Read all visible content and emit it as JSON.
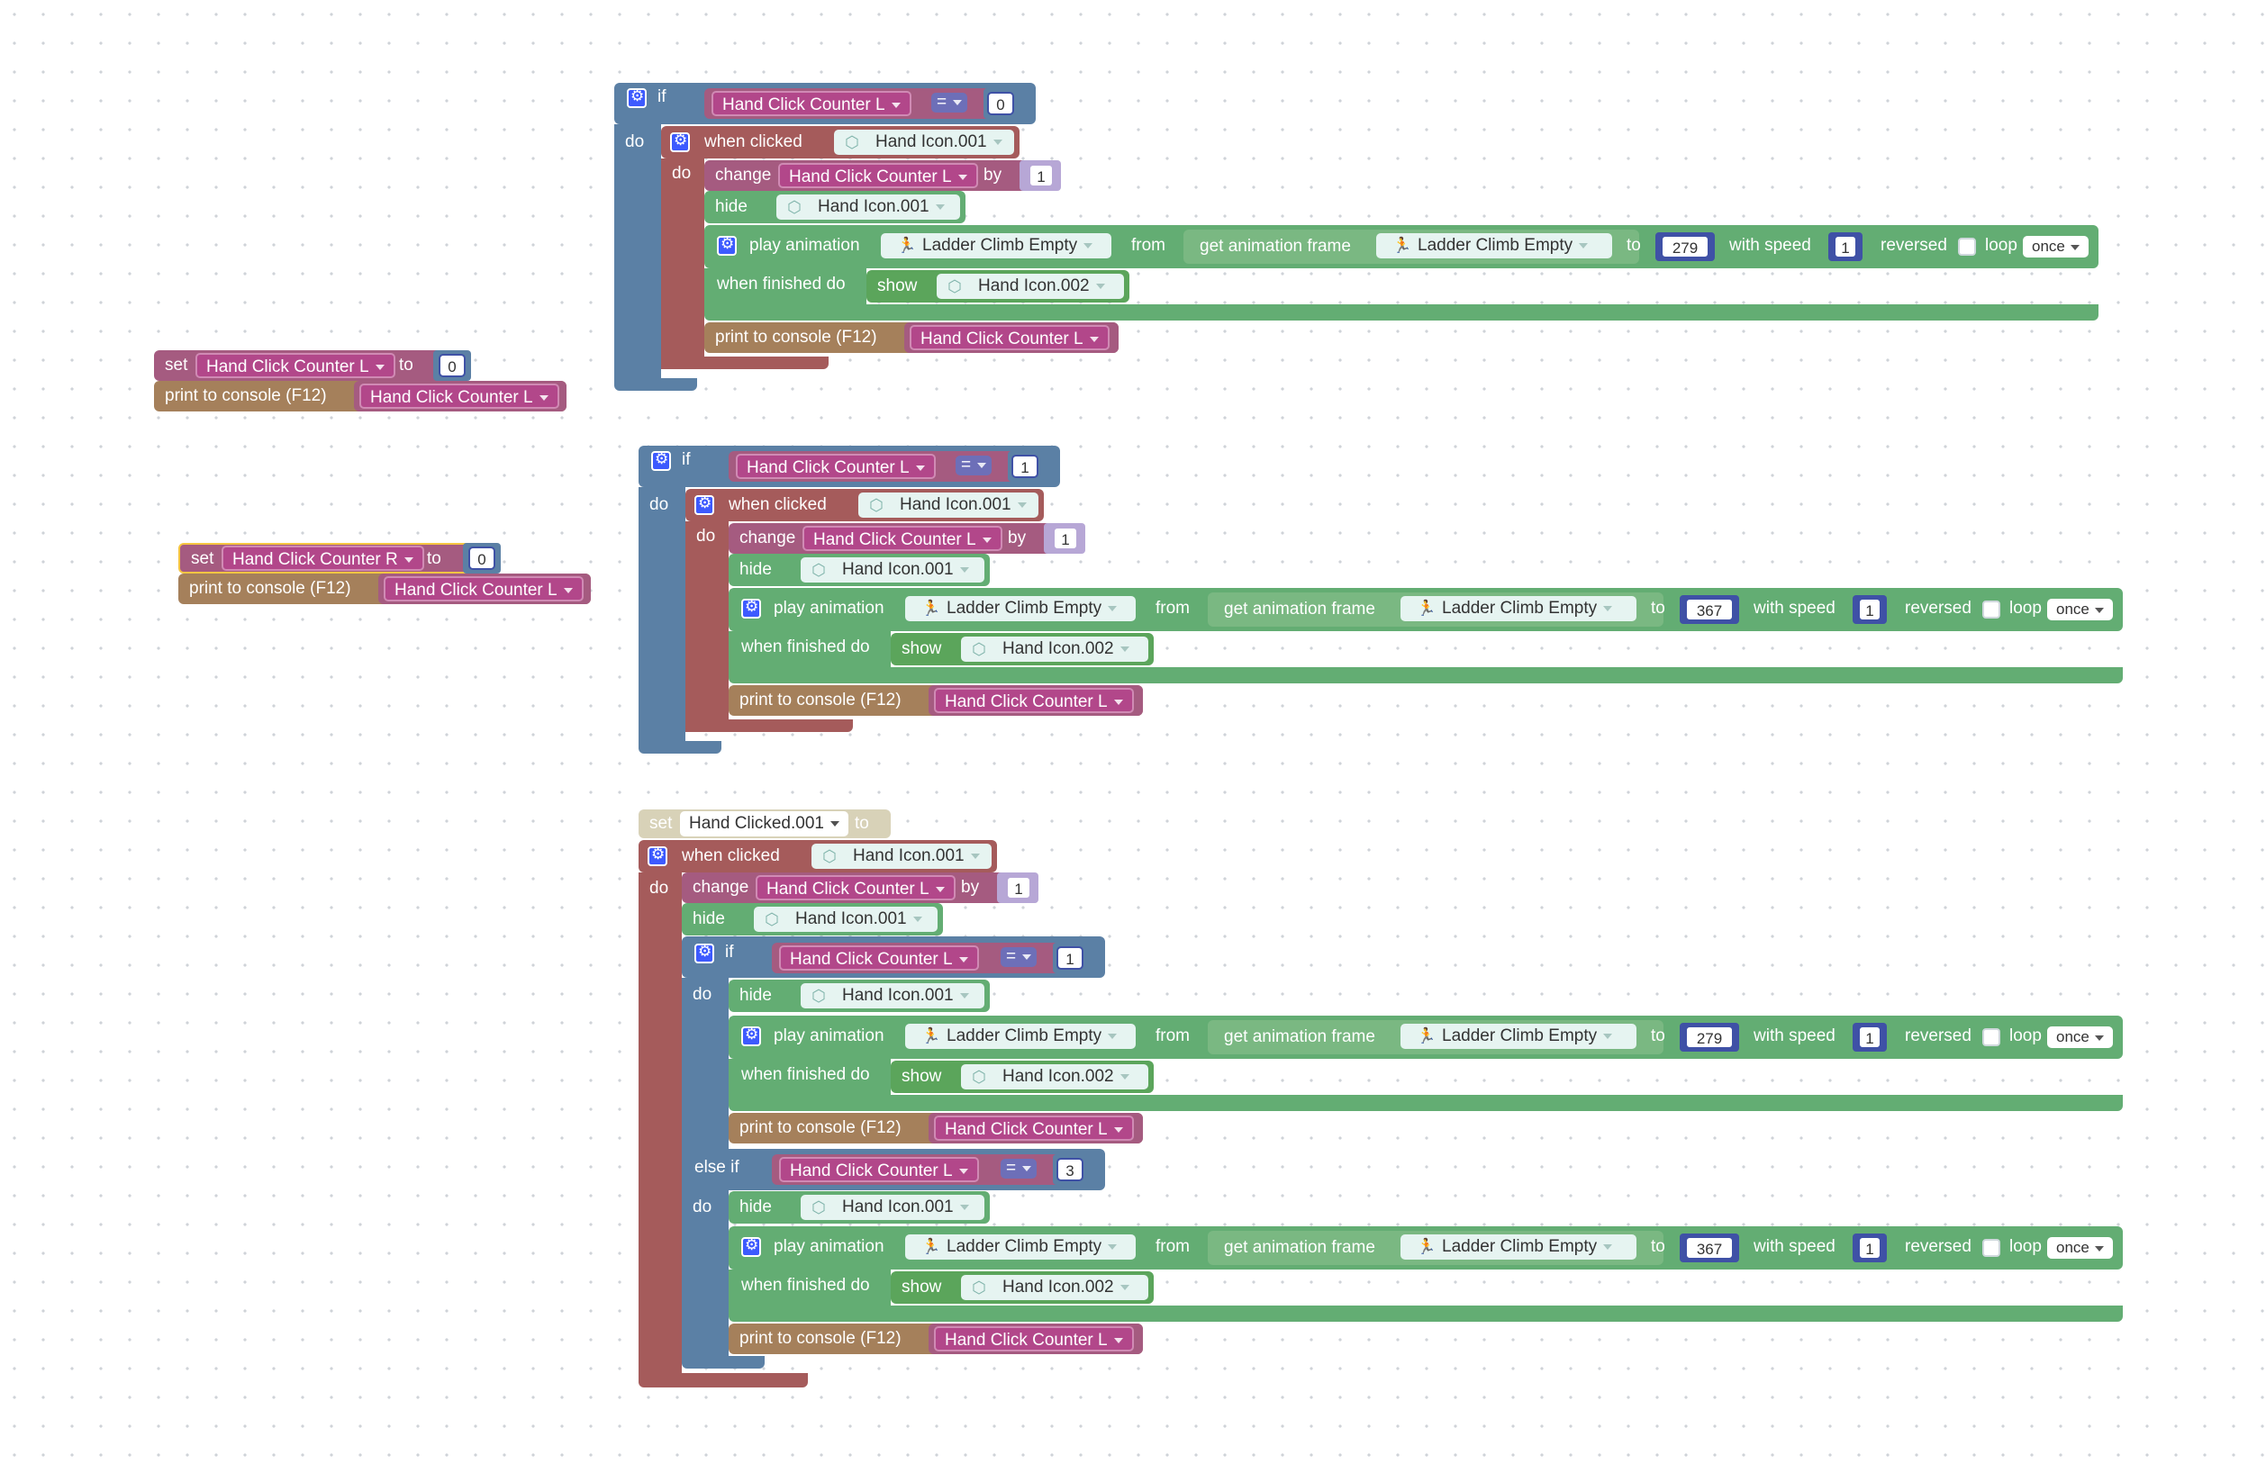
{
  "labels": {
    "if": "if",
    "do": "do",
    "else_if": "else if",
    "when_clicked": "when clicked",
    "change": "change",
    "by": "by",
    "hide": "hide",
    "show": "show",
    "play_animation": "play animation",
    "from": "from",
    "get_animation_frame": "get animation frame",
    "to": "to",
    "with_speed": "with speed",
    "reversed": "reversed",
    "loop": "loop",
    "when_finished_do": "when finished do",
    "print_to_console": "print to console (F12)",
    "set": "set",
    "op_eq": "="
  },
  "values": {
    "counter_l": "Hand Click Counter L",
    "counter_r": "Hand Click Counter R",
    "hand_icon_1": "Hand Icon.001",
    "hand_icon_2": "Hand Icon.002",
    "animation": "Ladder Climb Empty",
    "loop_mode": "once",
    "hand_clicked": "Hand Clicked.001",
    "n0": "0",
    "n1": "1",
    "n3": "3",
    "n279": "279",
    "n367": "367"
  },
  "colors": {
    "logic": "#5b80a5",
    "event": "#a55b5b",
    "variable": "#a55b80",
    "action": "#5ba55b",
    "text": "#a5805b",
    "workspace_dot": "#cfd3d8"
  },
  "icons": {
    "event": "gear-icon",
    "object": "cube-icon",
    "animation": "runner-icon"
  }
}
